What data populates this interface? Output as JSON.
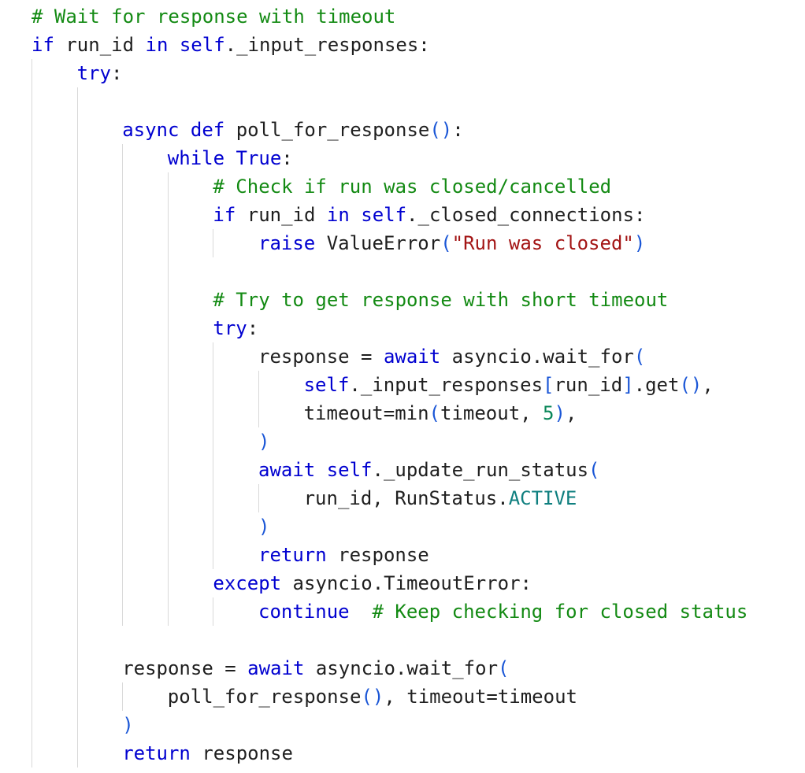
{
  "editor": {
    "language": "python",
    "colors": {
      "background": "#ffffff",
      "text": "#1f1f1f",
      "keyword": "#0000d0",
      "bracket": "#1a56d6",
      "comment": "#138a13",
      "string": "#a31515",
      "number": "#098658",
      "constant": "#0f7f7f",
      "indent_guide": "#d9d9d9"
    },
    "lines": [
      {
        "indent": 0,
        "tokens": [
          [
            "cm",
            "# Wait for response with timeout"
          ]
        ]
      },
      {
        "indent": 0,
        "tokens": [
          [
            "kw",
            "if"
          ],
          [
            "",
            " run_id "
          ],
          [
            "kw",
            "in"
          ],
          [
            "",
            " "
          ],
          [
            "kw",
            "self"
          ],
          [
            "",
            "._input_responses:"
          ]
        ]
      },
      {
        "indent": 1,
        "tokens": [
          [
            "kw",
            "try"
          ],
          [
            "",
            ":"
          ]
        ]
      },
      {
        "indent": 0,
        "tokens": []
      },
      {
        "indent": 2,
        "tokens": [
          [
            "kw",
            "async"
          ],
          [
            "",
            " "
          ],
          [
            "kw",
            "def"
          ],
          [
            "",
            " poll_for_response"
          ],
          [
            "br",
            "()"
          ],
          [
            "",
            ":"
          ]
        ]
      },
      {
        "indent": 3,
        "tokens": [
          [
            "kw",
            "while"
          ],
          [
            "",
            " "
          ],
          [
            "kw",
            "True"
          ],
          [
            "",
            ":"
          ]
        ]
      },
      {
        "indent": 4,
        "tokens": [
          [
            "cm",
            "# Check if run was closed/cancelled"
          ]
        ]
      },
      {
        "indent": 4,
        "tokens": [
          [
            "kw",
            "if"
          ],
          [
            "",
            " run_id "
          ],
          [
            "kw",
            "in"
          ],
          [
            "",
            " "
          ],
          [
            "kw",
            "self"
          ],
          [
            "",
            "._closed_connections:"
          ]
        ]
      },
      {
        "indent": 5,
        "tokens": [
          [
            "kw",
            "raise"
          ],
          [
            "",
            " ValueError"
          ],
          [
            "br",
            "("
          ],
          [
            "st",
            "\"Run was closed\""
          ],
          [
            "br",
            ")"
          ]
        ]
      },
      {
        "indent": 0,
        "tokens": []
      },
      {
        "indent": 4,
        "tokens": [
          [
            "cm",
            "# Try to get response with short timeout"
          ]
        ]
      },
      {
        "indent": 4,
        "tokens": [
          [
            "kw",
            "try"
          ],
          [
            "",
            ":"
          ]
        ]
      },
      {
        "indent": 5,
        "tokens": [
          [
            "",
            "response = "
          ],
          [
            "kw",
            "await"
          ],
          [
            "",
            " asyncio.wait_for"
          ],
          [
            "br",
            "("
          ]
        ]
      },
      {
        "indent": 6,
        "tokens": [
          [
            "kw",
            "self"
          ],
          [
            "",
            "._input_responses"
          ],
          [
            "br",
            "["
          ],
          [
            "",
            "run_id"
          ],
          [
            "br",
            "]"
          ],
          [
            "",
            ".get"
          ],
          [
            "br",
            "()"
          ],
          [
            "",
            ","
          ]
        ]
      },
      {
        "indent": 6,
        "tokens": [
          [
            "",
            "timeout=min"
          ],
          [
            "br",
            "("
          ],
          [
            "",
            "timeout, "
          ],
          [
            "nm",
            "5"
          ],
          [
            "br",
            ")"
          ],
          [
            "",
            ","
          ]
        ]
      },
      {
        "indent": 5,
        "tokens": [
          [
            "br",
            ")"
          ]
        ]
      },
      {
        "indent": 5,
        "tokens": [
          [
            "kw",
            "await"
          ],
          [
            "",
            " "
          ],
          [
            "kw",
            "self"
          ],
          [
            "",
            "._update_run_status"
          ],
          [
            "br",
            "("
          ]
        ]
      },
      {
        "indent": 6,
        "tokens": [
          [
            "",
            "run_id, RunStatus."
          ],
          [
            "cn",
            "ACTIVE"
          ]
        ]
      },
      {
        "indent": 5,
        "tokens": [
          [
            "br",
            ")"
          ]
        ]
      },
      {
        "indent": 5,
        "tokens": [
          [
            "kw",
            "return"
          ],
          [
            "",
            " response"
          ]
        ]
      },
      {
        "indent": 4,
        "tokens": [
          [
            "kw",
            "except"
          ],
          [
            "",
            " asyncio.TimeoutError:"
          ]
        ]
      },
      {
        "indent": 5,
        "tokens": [
          [
            "kw",
            "continue"
          ],
          [
            "",
            "  "
          ],
          [
            "cm",
            "# Keep checking for closed status"
          ]
        ]
      },
      {
        "indent": 0,
        "tokens": []
      },
      {
        "indent": 2,
        "tokens": [
          [
            "",
            "response = "
          ],
          [
            "kw",
            "await"
          ],
          [
            "",
            " asyncio.wait_for"
          ],
          [
            "br",
            "("
          ]
        ]
      },
      {
        "indent": 3,
        "tokens": [
          [
            "",
            "poll_for_response"
          ],
          [
            "br",
            "()"
          ],
          [
            "",
            ", timeout=timeout"
          ]
        ]
      },
      {
        "indent": 2,
        "tokens": [
          [
            "br",
            ")"
          ]
        ]
      },
      {
        "indent": 2,
        "tokens": [
          [
            "kw",
            "return"
          ],
          [
            "",
            " response"
          ]
        ]
      }
    ]
  }
}
